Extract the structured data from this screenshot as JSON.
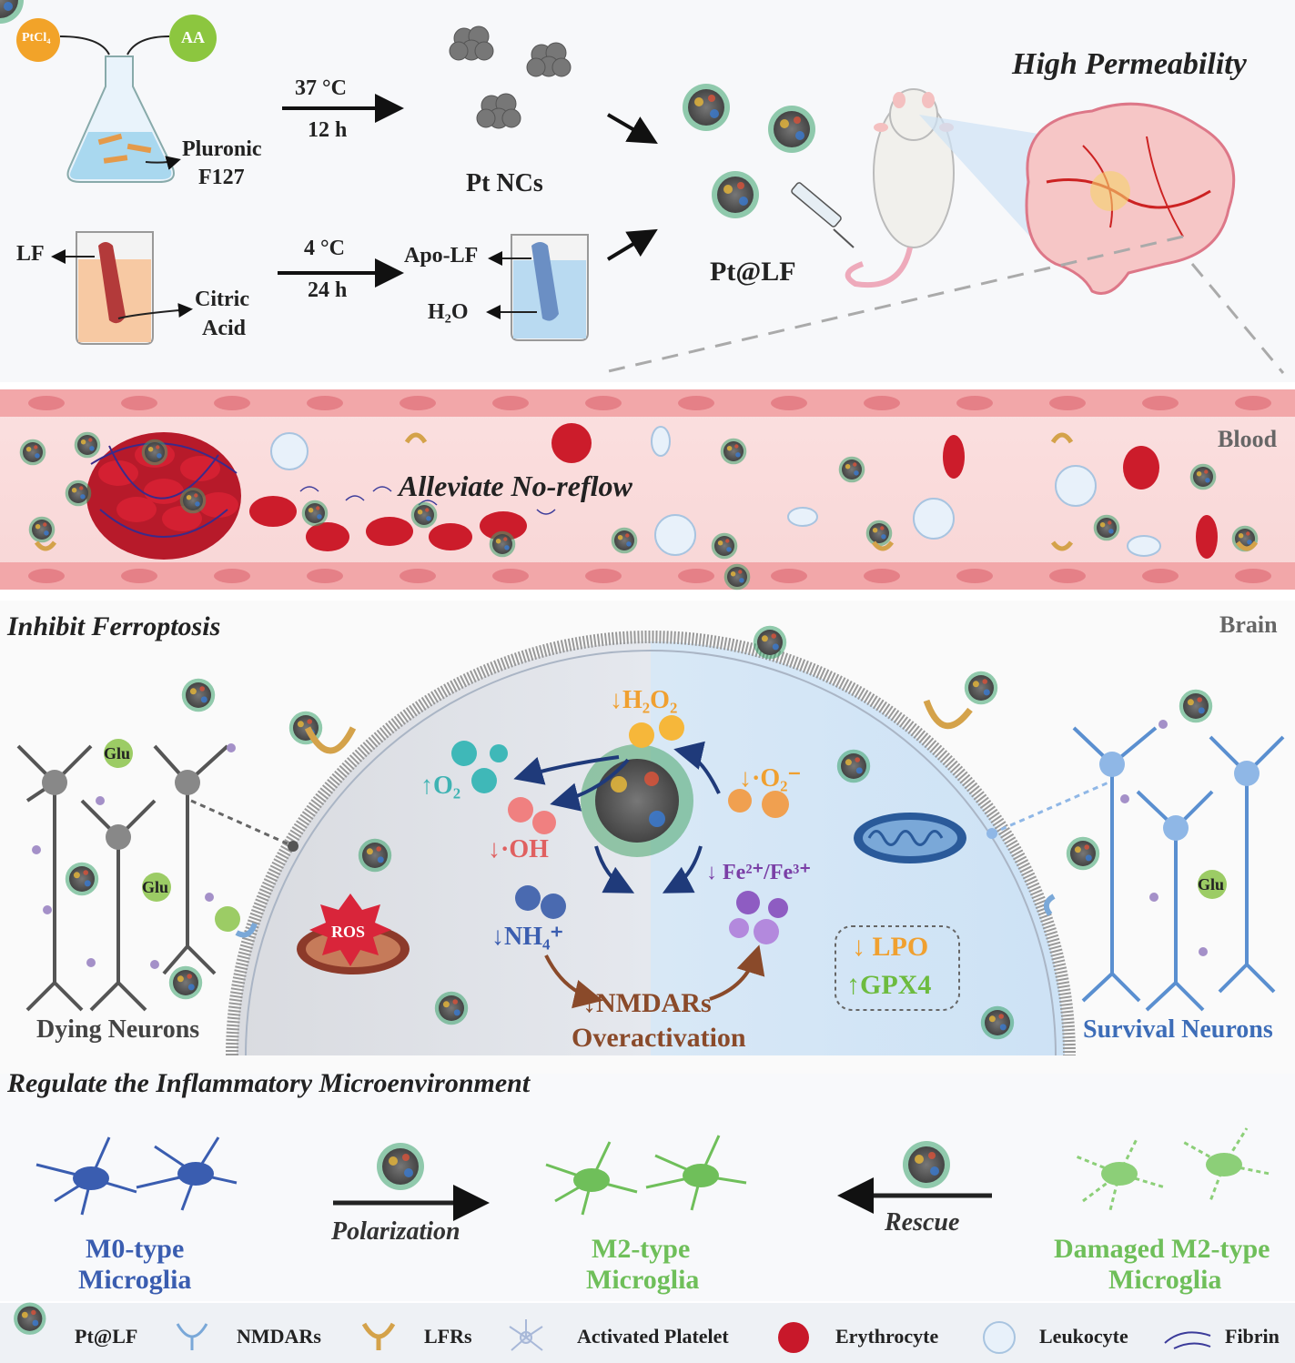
{
  "synthesis": {
    "ptcl4": "PtCl₄",
    "aa": "AA",
    "pluronic": "Pluronic",
    "f127": "F127",
    "cond1_temp": "37 °C",
    "cond1_time": "12 h",
    "pt_ncs": "Pt NCs",
    "lf": "LF",
    "citric": "Citric",
    "acid": "Acid",
    "cond2_temp": "4 °C",
    "cond2_time": "24 h",
    "apo_lf": "Apo-LF",
    "h2o": "H₂O",
    "pt_lf": "Pt@LF",
    "high_permeability": "High  Permeability"
  },
  "blood_section": {
    "region_label": "Blood",
    "title": "Alleviate No-reflow"
  },
  "brain_section": {
    "title": "Inhibit Ferroptosis",
    "region_label": "Brain",
    "glu": "Glu",
    "ros": "ROS",
    "h2o2": "↓H₂O₂",
    "o2": "↑O₂",
    "superoxide": "↓·O₂⁻",
    "oh": "↓·OH",
    "fe": "↓ Fe²⁺/Fe³⁺",
    "nh4": "↓NH₄⁺",
    "nmdars": "↓NMDARs",
    "overactivation": "Overactivation",
    "lpo": "↓ LPO",
    "gpx4": "↑GPX4",
    "dying_neurons": "Dying Neurons",
    "survival_neurons": "Survival  Neurons"
  },
  "inflammation_section": {
    "title": "Regulate the Inflammatory Microenvironment",
    "m0_line1": "M0-type",
    "m0_line2": "Microglia",
    "polarization": "Polarization",
    "m2_line1": "M2-type",
    "m2_line2": "Microglia",
    "rescue": "Rescue",
    "damaged_line1": "Damaged M2-type",
    "damaged_line2": "Microglia"
  },
  "legend": {
    "items": [
      {
        "icon": "pt-lf-icon",
        "label": "Pt@LF"
      },
      {
        "icon": "nmdar-icon",
        "label": "NMDARs"
      },
      {
        "icon": "lfr-icon",
        "label": "LFRs"
      },
      {
        "icon": "platelet-icon",
        "label": "Activated Platelet"
      },
      {
        "icon": "erythrocyte-icon",
        "label": "Erythrocyte"
      },
      {
        "icon": "leukocyte-icon",
        "label": "Leukocyte"
      },
      {
        "icon": "fibrin-icon",
        "label": "Fibrin"
      }
    ]
  },
  "colors": {
    "vessel": "#f3b8b8",
    "vessel_wall": "#e8838a",
    "rbc": "#c8182a",
    "m0": "#3a5db0",
    "m2": "#6fbf5a",
    "survival": "#3d6db8",
    "orange": "#f0a030",
    "teal": "#3fb3b3",
    "purple": "#7a3fa6",
    "brown": "#8a4a2a",
    "green": "#6dbb3f"
  }
}
